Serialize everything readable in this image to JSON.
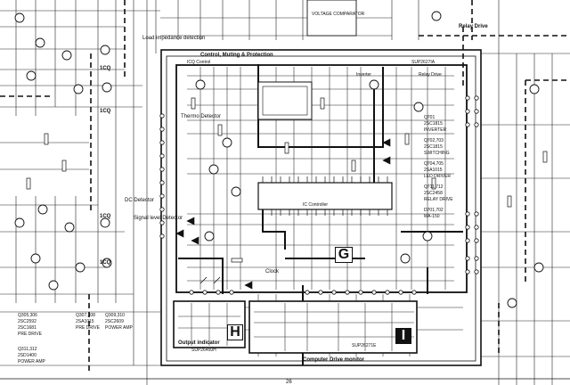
{
  "labels": {
    "load_impedance": "Load impedance detection",
    "control_muting": "Control, Muting & Protection",
    "relay_drive_top": "Relay Drive",
    "relay_drive_inner": "Relay Drive",
    "sup_a": "SUP2627IA",
    "thermo_detector": "Thermo Detector",
    "dc_detector": "DC Detector",
    "signal_level_detector": "Signal level Detector",
    "clock": "Clock",
    "output_indicator": "Output indicator",
    "sup_h": "SUP26450H",
    "sup_e": "SUP26271E",
    "computer_drive_monitor": "Computer Drive monitor",
    "icq_control": "ICQ Control",
    "icd_controller": "IC Controller",
    "inverter": "Inverter",
    "voltage_comparator": "VOLTAGE COMPARATOR",
    "letter_g": "G",
    "letter_h": "H",
    "letter_i": "I",
    "page_number": "26",
    "icq_1": "1CQ",
    "icq_2": "1CQ",
    "icq_3": "1CQ",
    "icq_4": "1CQ"
  },
  "parts_left": [
    "Q305,306",
    "2SC2592",
    "2SC1681",
    "PRE DRIVE",
    "Q307,308",
    "2SA1015",
    "PRE DRIVE",
    "Q309,310",
    "2SC2609",
    "POWER AMP",
    "Q311,312",
    "2SD1400",
    "POWER AMP"
  ],
  "parts_right": [
    "Q701",
    "2SC1815",
    "INVERTER",
    "Q702,703",
    "2SC1815",
    "SWITCHING",
    "Q704,705",
    "2SA1015",
    "LED DRIVER",
    "Q711,712",
    "2SC2458",
    "RELAY DRIVE",
    "D701,702",
    "MA-150"
  ]
}
